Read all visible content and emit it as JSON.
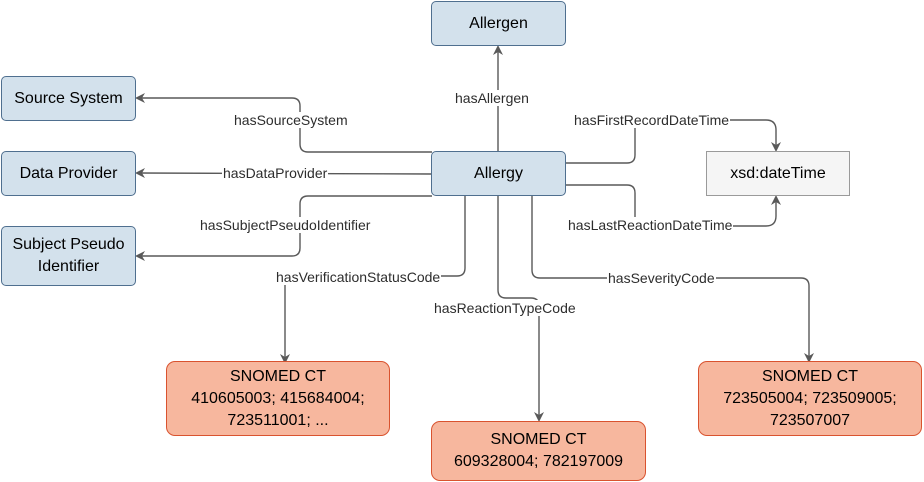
{
  "nodes": {
    "allergen": "Allergen",
    "source_system": "Source System",
    "data_provider": "Data Provider",
    "subject_pseudo_identifier": "Subject Pseudo\nIdentifier",
    "allergy": "Allergy",
    "xsd_datetime": "xsd:dateTime",
    "snomed_verification": {
      "title": "SNOMED CT",
      "codes": "410605003; 415684004;\n723511001; ..."
    },
    "snomed_reaction_type": {
      "title": "SNOMED CT",
      "codes": "609328004; 782197009"
    },
    "snomed_severity": {
      "title": "SNOMED CT",
      "codes": "723505004; 723509005;\n723507007"
    }
  },
  "edges": {
    "has_allergen": "hasAllergen",
    "has_source_system": "hasSourceSystem",
    "has_data_provider": "hasDataProvider",
    "has_subject_pseudo_identifier": "hasSubjectPseudoIdentifier",
    "has_verification_status_code": "hasVerificationStatusCode",
    "has_reaction_type_code": "hasReactionTypeCode",
    "has_severity_code": "hasSeverityCode",
    "has_first_record_date_time": "hasFirstRecordDateTime",
    "has_last_reaction_date_time": "hasLastReactionDateTime"
  },
  "colors": {
    "class_fill": "#d3e1ec",
    "class_border": "#4f6f8f",
    "datatype_fill": "#f5f5f5",
    "datatype_border": "#9a9a9a",
    "codeset_fill": "#f7b79e",
    "codeset_border": "#d9532f",
    "edge": "#595959"
  }
}
